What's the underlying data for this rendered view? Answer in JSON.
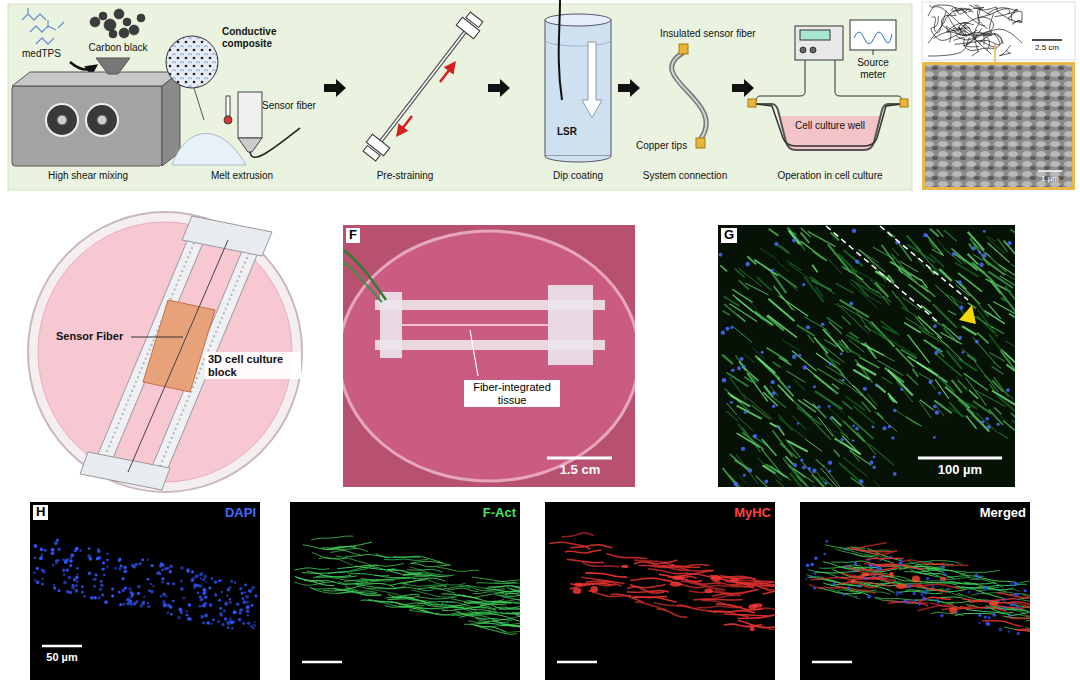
{
  "diagram": {
    "nodes": [
      {
        "text": [
          "medTPS",
          "Carbon black",
          "Conductive composite",
          "High shear mixing",
          "Melt extrusion",
          "Sensor fiber",
          "Pre-straining",
          "LSR",
          "Dip coating",
          "Insulated sensor fiber",
          "Copper tips",
          "System connection",
          "Source meter",
          "Cell culture well",
          "Operation in cell culture"
        ]
      },
      {
        "text": [
          "2.5 cm"
        ]
      },
      {
        "text": [
          "1 µm"
        ]
      },
      {
        "text": [
          "F",
          "Fiber-integrated tissue",
          "1.5 cm"
        ]
      },
      {
        "text": [
          "G",
          "100 µm"
        ]
      },
      {
        "text": [
          "H",
          "DAPI",
          "50 µm"
        ]
      },
      {
        "text": [
          "F-Act"
        ]
      },
      {
        "text": [
          "MyHC"
        ]
      },
      {
        "text": [
          "Merged"
        ]
      }
    ],
    "labels": [
      "Sensor Fiber",
      "3D cell culture block"
    ]
  }
}
